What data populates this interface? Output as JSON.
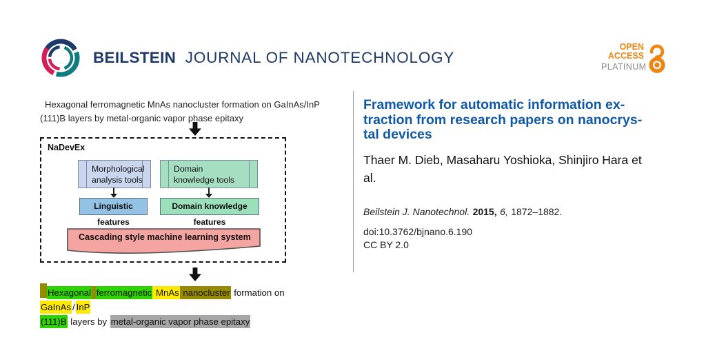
{
  "header": {
    "brand_bold": "BEILSTEIN",
    "brand_light": "JOURNAL OF NANOTECHNOLOGY",
    "open_access": {
      "line1": "OPEN",
      "line2": "ACCESS",
      "line3": "PLATINUM"
    }
  },
  "figure": {
    "caption_lines": [
      "Hexagonal ferromagnetic MnAs nanocluster formation on GaInAs/InP",
      "(111)B layers by metal-organic vapor phase epitaxy"
    ],
    "diagram": {
      "label": "NaDevEx",
      "morph_tools": {
        "line1": "Morphological",
        "line2": "analysis tools"
      },
      "domain_tools": {
        "line1": "Domain",
        "line2": "knowledge tools"
      },
      "linguistic_features": "Linguistic features",
      "domain_features": "Domain knowledge features",
      "cascading": "Cascading style machine learning system"
    },
    "annotated_lines": [
      [
        {
          "t": "",
          "bg": "olive",
          "w": 8
        },
        {
          "t": "Hexagonal",
          "bg": "green"
        },
        {
          "t": " ",
          "bg": "olive"
        },
        {
          "t": "ferromagnetic",
          "bg": "green"
        },
        {
          "t": " MnAs",
          "bg": "yellow"
        },
        {
          "t": " nanocluster",
          "bg": "olive"
        },
        {
          "t": " formation on "
        },
        {
          "t": "GaInAs",
          "bg": "yellow"
        },
        {
          "t": "/"
        },
        {
          "t": "InP",
          "bg": "yellow"
        }
      ],
      [
        {
          "t": "(111)B",
          "bg": "green"
        },
        {
          "t": " layers by "
        },
        {
          "t": "metal-organic vapor phase epitaxy",
          "bg": "gray"
        }
      ]
    ]
  },
  "article": {
    "title_lines": [
      "Framework for automatic information ex-",
      "traction from research papers on nanocrys-",
      "tal devices"
    ],
    "author_lines": [
      "Thaer M. Dieb, Masaharu Yoshioka, Shinjiro Hara et",
      "al."
    ],
    "citation": {
      "journal": "Beilstein J. Nanotechnol.",
      "year": "2015,",
      "volume": "6,",
      "pages": "1872–1882."
    },
    "doi": "doi:10.3762/bjnano.6.190",
    "license": "CC BY 2.0"
  },
  "colors": {
    "theme": {
      "brand-navy": "#1e3a68",
      "logo-teal": "#107c80",
      "logo-crimson": "#d41e5a",
      "title-blue": "#1159a5",
      "oa-orange": "#ee8511",
      "platinum-gray": "#8c8c8c",
      "divider-gray": "#9b9b9b",
      "box-blue-fill": "#c9d6ee",
      "box-green-fill": "#a5dec0",
      "feat-blue-fill": "#93c2e4",
      "feat-green-fill": "#9be0ba",
      "pink-fill": "#f5a5a1"
    },
    "highlights": {
      "green": "#2ed300",
      "yellow": "#ffe900",
      "olive": "#958a00",
      "gray": "#a6a6a6"
    }
  }
}
